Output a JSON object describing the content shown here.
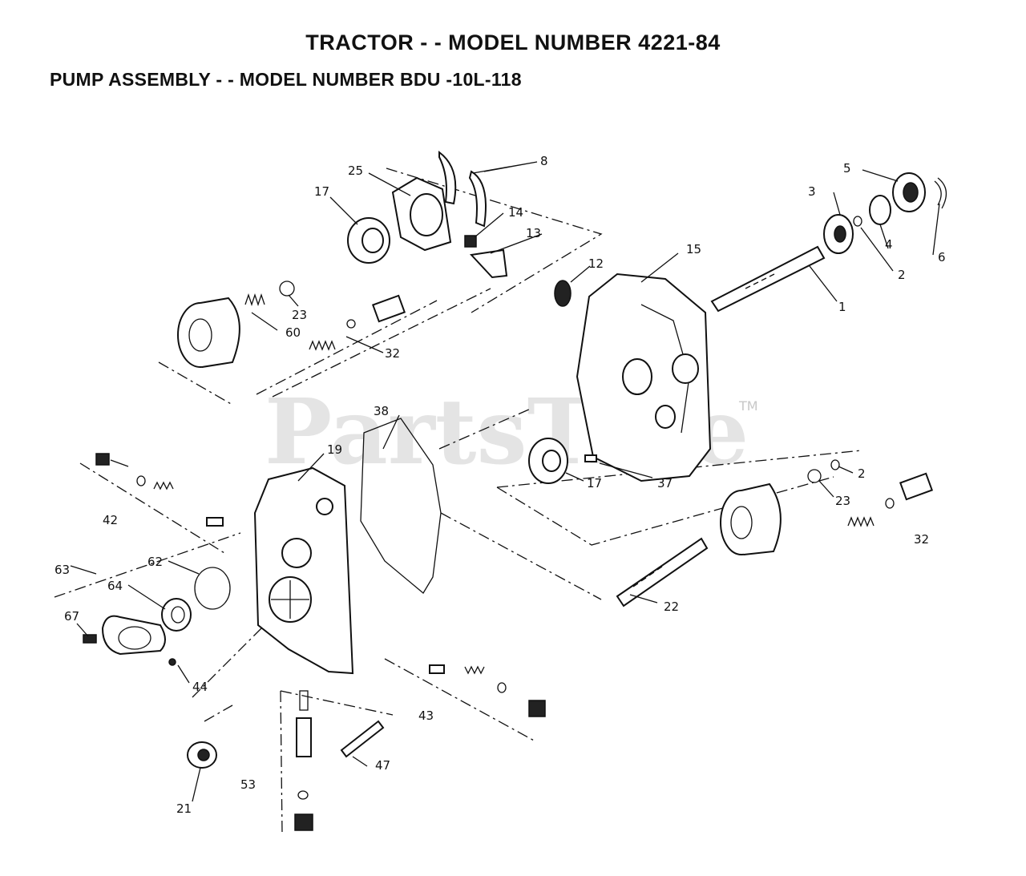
{
  "title": "TRACTOR - - MODEL NUMBER 4221-84",
  "subtitle": "PUMP ASSEMBLY - - MODEL NUMBER BDU -10L-118",
  "watermark": "PartsTree",
  "trademark": "TM",
  "callouts": {
    "c1": "1",
    "c2a": "2",
    "c2b": "2",
    "c3": "3",
    "c4": "4",
    "c5": "5",
    "c6": "6",
    "c8": "8",
    "c12": "12",
    "c13": "13",
    "c14": "14",
    "c15": "15",
    "c17a": "17",
    "c17b": "17",
    "c19": "19",
    "c21": "21",
    "c22": "22",
    "c23a": "23",
    "c23b": "23",
    "c25": "25",
    "c32a": "32",
    "c32b": "32",
    "c37": "37",
    "c38": "38",
    "c42": "42",
    "c43": "43",
    "c44": "44",
    "c47": "47",
    "c53": "53",
    "c60": "60",
    "c62": "62",
    "c63": "63",
    "c64": "64",
    "c67": "67"
  }
}
